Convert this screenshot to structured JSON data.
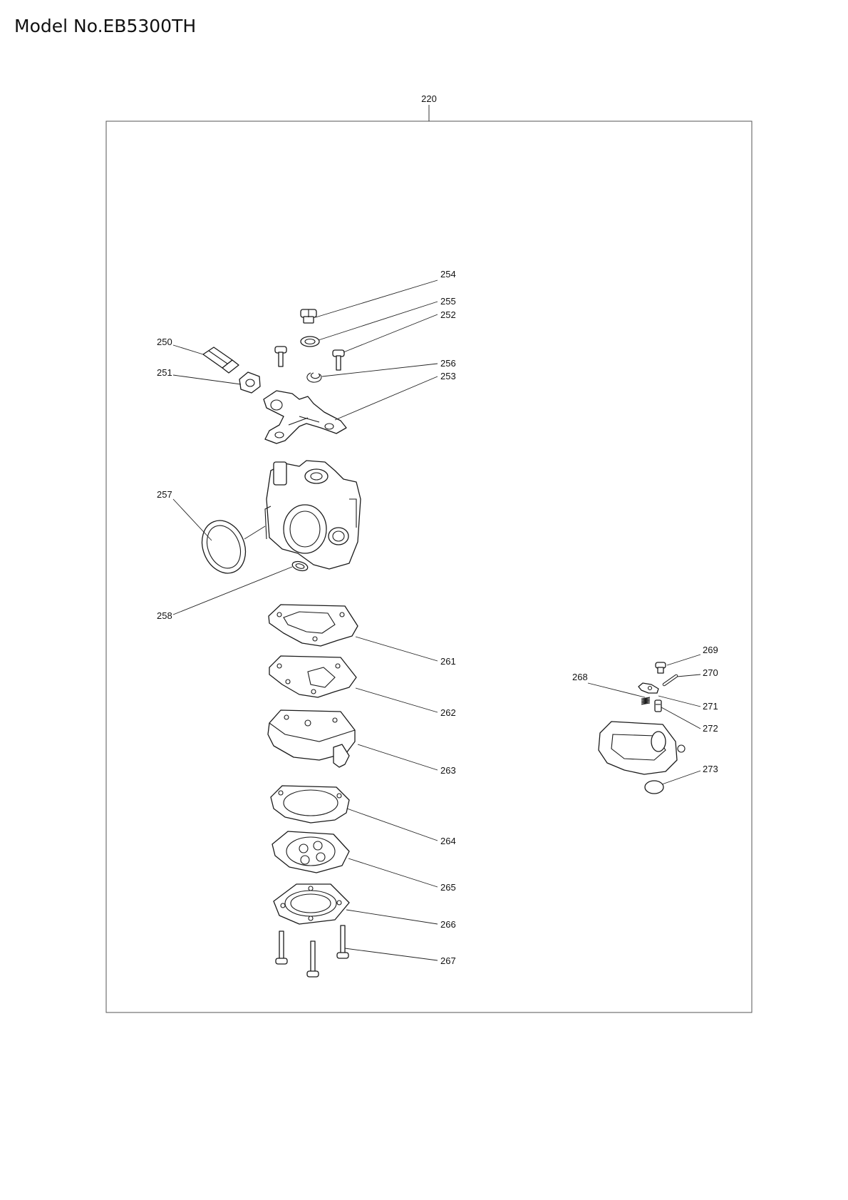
{
  "document": {
    "model_title": "Model No.EB5300TH",
    "assembly_ref": "220"
  },
  "part_labels": {
    "p250": "250",
    "p251": "251",
    "p252": "252",
    "p253": "253",
    "p254": "254",
    "p255": "255",
    "p256": "256",
    "p257": "257",
    "p258": "258",
    "p261": "261",
    "p262": "262",
    "p263": "263",
    "p264": "264",
    "p265": "265",
    "p266": "266",
    "p267": "267",
    "p268": "268",
    "p269": "269",
    "p270": "270",
    "p271": "271",
    "p272": "272",
    "p273": "273"
  }
}
